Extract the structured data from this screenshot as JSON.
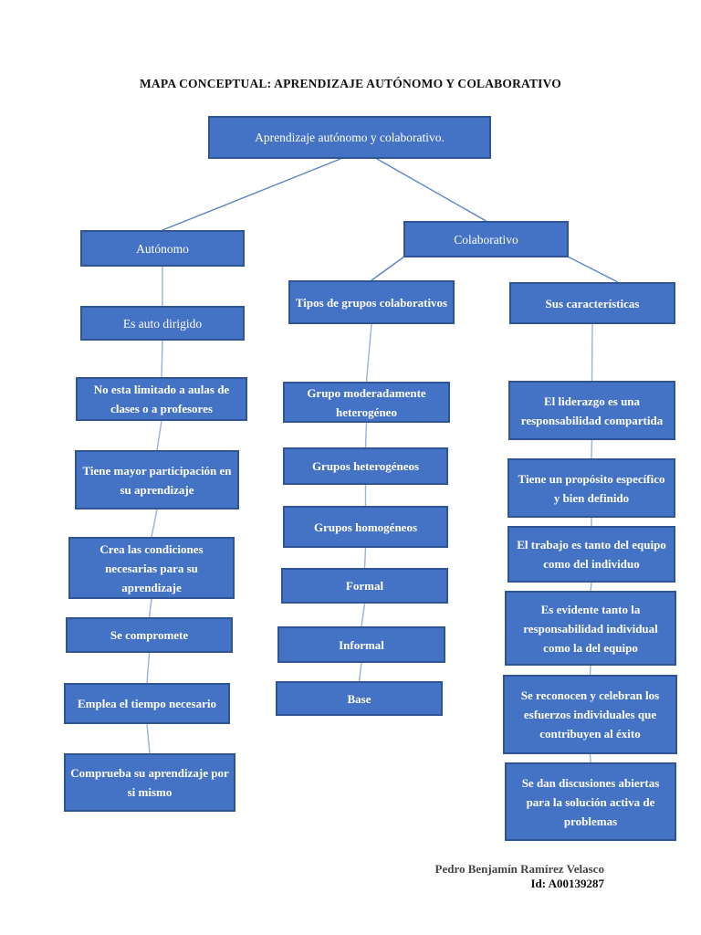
{
  "page": {
    "title": "MAPA CONCEPTUAL: APRENDIZAJE AUTÓNOMO Y COLABORATIVO",
    "footer": {
      "author": "Pedro Benjamín Ramírez Velasco",
      "id_label": "Id: A00139287"
    }
  },
  "colors": {
    "node_fill": "#4472C4",
    "node_border": "#2F5597",
    "node_text": "#FFFFFF",
    "connector_diagonal": "#5B83C8",
    "connector_vertical": "#9AB1DE"
  },
  "map": {
    "nodes": [
      {
        "id": "root",
        "label": "Aprendizaje autónomo y colaborativo.",
        "bold": false
      },
      {
        "id": "autonomo",
        "label": "Autónomo",
        "bold": false
      },
      {
        "id": "colaborativo",
        "label": "Colaborativo",
        "bold": false
      },
      {
        "id": "es-auto-dirigido",
        "label": "Es auto dirigido",
        "bold": false
      },
      {
        "id": "tipos-grupos",
        "label": "Tipos de grupos colaborativos",
        "bold": true
      },
      {
        "id": "caracteristicas",
        "label": "Sus características",
        "bold": true
      },
      {
        "id": "no-limitado",
        "label": "No esta limitado a aulas de clases o a profesores",
        "bold": true
      },
      {
        "id": "mayor-participacion",
        "label": "Tiene mayor participación en su aprendizaje",
        "bold": true
      },
      {
        "id": "crea-condiciones",
        "label": "Crea las condiciones necesarias para su aprendizaje",
        "bold": true
      },
      {
        "id": "se-compromete",
        "label": "Se compromete",
        "bold": true
      },
      {
        "id": "emplea-tiempo",
        "label": "Emplea el tiempo necesario",
        "bold": true
      },
      {
        "id": "comprueba",
        "label": "Comprueba su aprendizaje por si mismo",
        "bold": true
      },
      {
        "id": "moderadamente",
        "label": "Grupo moderadamente heterogéneo",
        "bold": true
      },
      {
        "id": "heterogeneos",
        "label": "Grupos heterogéneos",
        "bold": true
      },
      {
        "id": "homogeneos",
        "label": "Grupos homogéneos",
        "bold": true
      },
      {
        "id": "formal",
        "label": "Formal",
        "bold": true
      },
      {
        "id": "informal",
        "label": "Informal",
        "bold": true
      },
      {
        "id": "base",
        "label": "Base",
        "bold": true
      },
      {
        "id": "liderazgo",
        "label": "El liderazgo es una responsabilidad compartida",
        "bold": true
      },
      {
        "id": "proposito",
        "label": "Tiene un propósito específico y bien definido",
        "bold": true
      },
      {
        "id": "trabajo",
        "label": "El trabajo es tanto del equipo como del individuo",
        "bold": true
      },
      {
        "id": "evidente",
        "label": "Es evidente tanto la responsabilidad individual como la del equipo",
        "bold": true
      },
      {
        "id": "reconocen",
        "label": "Se reconocen y celebran los esfuerzos individuales que contribuyen al éxito",
        "bold": true
      },
      {
        "id": "discusiones",
        "label": "Se dan discusiones abiertas para la solución activa de problemas",
        "bold": true
      }
    ],
    "edges": [
      [
        "root",
        "autonomo"
      ],
      [
        "root",
        "colaborativo"
      ],
      [
        "autonomo",
        "es-auto-dirigido"
      ],
      [
        "es-auto-dirigido",
        "no-limitado"
      ],
      [
        "no-limitado",
        "mayor-participacion"
      ],
      [
        "mayor-participacion",
        "crea-condiciones"
      ],
      [
        "crea-condiciones",
        "se-compromete"
      ],
      [
        "se-compromete",
        "emplea-tiempo"
      ],
      [
        "emplea-tiempo",
        "comprueba"
      ],
      [
        "colaborativo",
        "tipos-grupos"
      ],
      [
        "colaborativo",
        "caracteristicas"
      ],
      [
        "tipos-grupos",
        "moderadamente"
      ],
      [
        "moderadamente",
        "heterogeneos"
      ],
      [
        "heterogeneos",
        "homogeneos"
      ],
      [
        "homogeneos",
        "formal"
      ],
      [
        "formal",
        "informal"
      ],
      [
        "informal",
        "base"
      ],
      [
        "caracteristicas",
        "liderazgo"
      ],
      [
        "liderazgo",
        "proposito"
      ],
      [
        "proposito",
        "trabajo"
      ],
      [
        "trabajo",
        "evidente"
      ],
      [
        "evidente",
        "reconocen"
      ],
      [
        "reconocen",
        "discusiones"
      ]
    ]
  }
}
